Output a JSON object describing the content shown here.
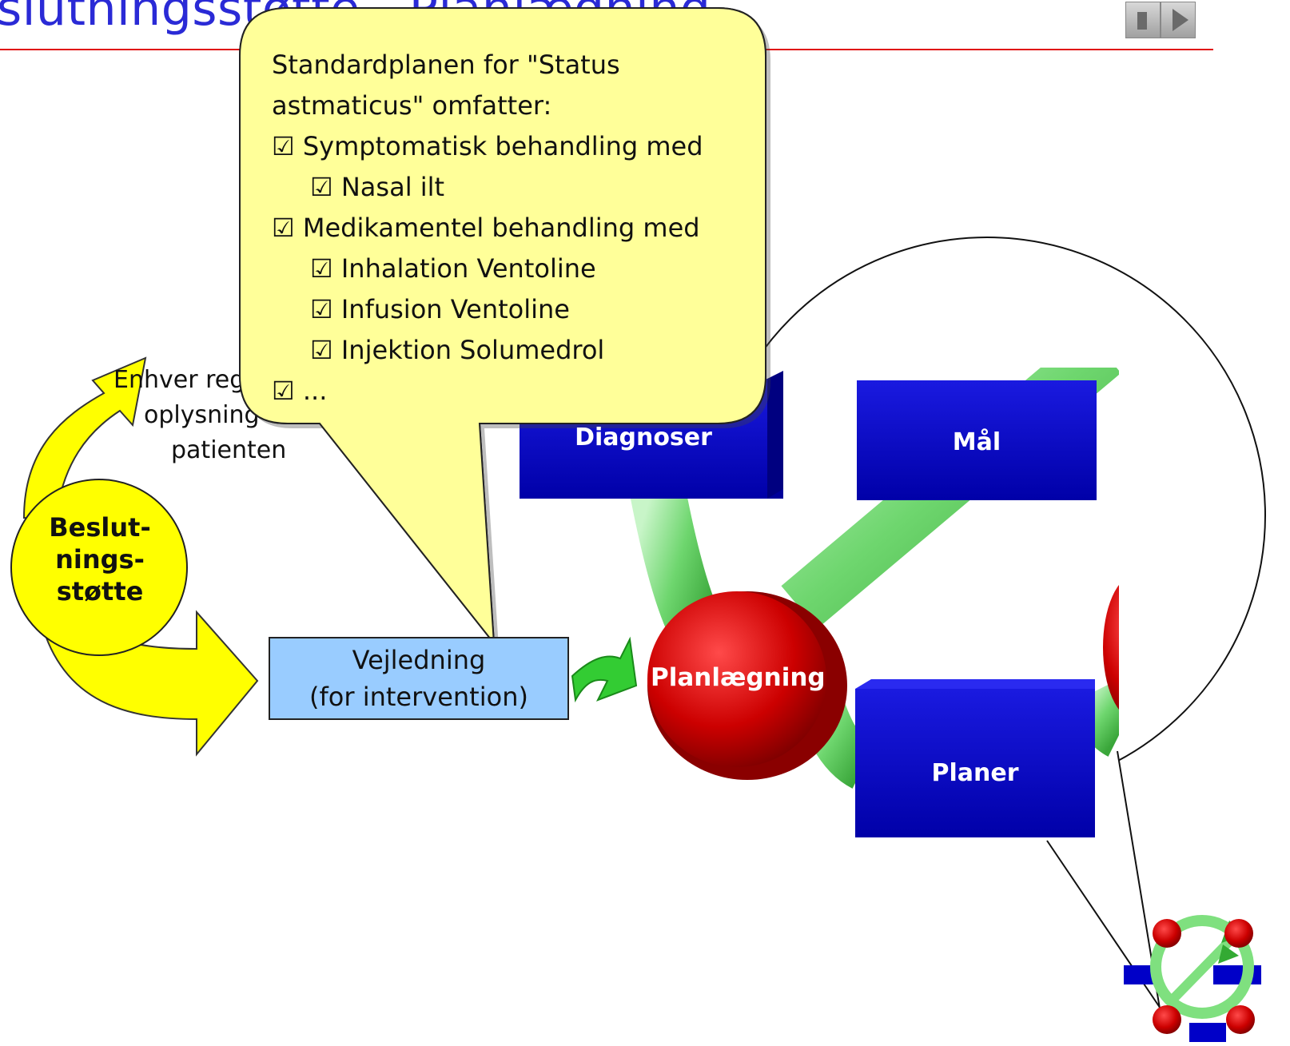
{
  "slide": {
    "title": "slutningsstøtte - Planlægning"
  },
  "callout": {
    "intro_line1": "Standardplanen for \"Status",
    "intro_line2": "astmaticus\" omfatter:",
    "items": [
      {
        "text": "☑ Symptomatisk behandling med",
        "level": 0
      },
      {
        "text": "☑ Nasal ilt",
        "level": 1
      },
      {
        "text": "☑ Medikamentel behandling med",
        "level": 0
      },
      {
        "text": "☑ Inhalation Ventoline",
        "level": 1
      },
      {
        "text": "☑ Infusion Ventoline",
        "level": 1
      },
      {
        "text": "☑ Injektion Solumedrol",
        "level": 1
      },
      {
        "text": "☑ ...",
        "level": 0
      }
    ]
  },
  "cycle": {
    "text_line1": "Enhver reg",
    "text_line2": "oplysning o",
    "text_line3": "patienten",
    "beslut_line1": "Beslut-",
    "beslut_line2": "nings-",
    "beslut_line3": "støtte"
  },
  "vejledning": {
    "line1": "Vejledning",
    "line2": "(for intervention)"
  },
  "model": {
    "diagnoser": "Diagnoser",
    "maal": "Mål",
    "planlaegning": "Planlægning",
    "planer": "Planer"
  },
  "colors": {
    "title": "#2a2ad6",
    "callout_fill": "#ffff99",
    "yellow_arrow": "#ffff00",
    "vejledning_fill": "#99ccff",
    "block_blue": "#0000c8",
    "red_circle": "#cc0000",
    "tube_green": "#7fe07f",
    "small_arrow": "#33cc33"
  }
}
